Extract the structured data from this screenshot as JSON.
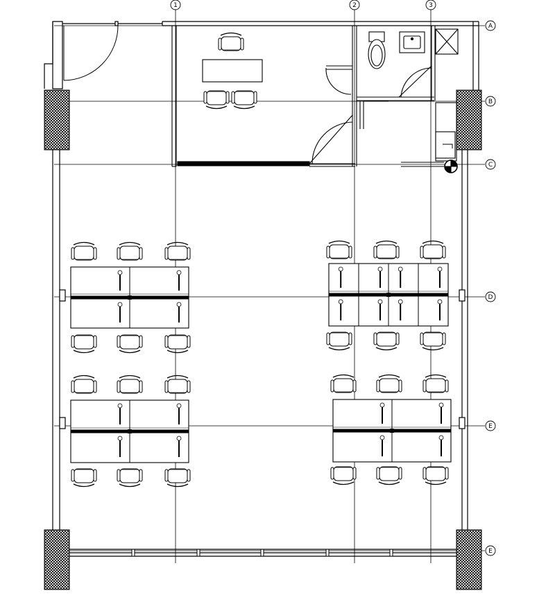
{
  "grid_columns": [
    {
      "label": "1"
    },
    {
      "label": "2"
    },
    {
      "label": "3"
    }
  ],
  "grid_rows": [
    {
      "label": "A"
    },
    {
      "label": "B"
    },
    {
      "label": "C"
    },
    {
      "label": "D"
    },
    {
      "label": "E"
    },
    {
      "label": "E"
    }
  ],
  "colors": {
    "line": "#000000",
    "background": "#ffffff",
    "glass": "#ffffff"
  }
}
